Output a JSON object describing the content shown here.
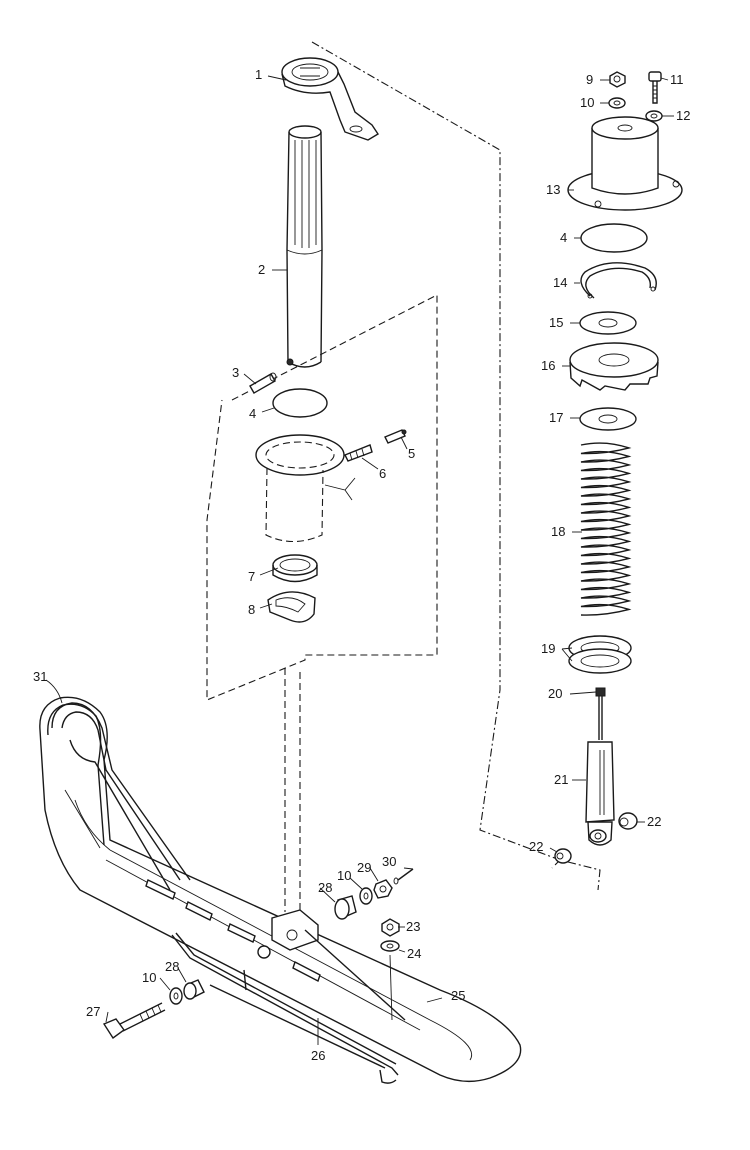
{
  "callouts": [
    {
      "id": "c1",
      "label": "1"
    },
    {
      "id": "c2",
      "label": "2"
    },
    {
      "id": "c3",
      "label": "3"
    },
    {
      "id": "c4a",
      "label": "4"
    },
    {
      "id": "c5",
      "label": "5"
    },
    {
      "id": "c6",
      "label": "6"
    },
    {
      "id": "c7",
      "label": "7"
    },
    {
      "id": "c8",
      "label": "8"
    },
    {
      "id": "c9",
      "label": "9"
    },
    {
      "id": "c10a",
      "label": "10"
    },
    {
      "id": "c11",
      "label": "11"
    },
    {
      "id": "c12",
      "label": "12"
    },
    {
      "id": "c13",
      "label": "13"
    },
    {
      "id": "c4b",
      "label": "4"
    },
    {
      "id": "c14",
      "label": "14"
    },
    {
      "id": "c15",
      "label": "15"
    },
    {
      "id": "c16",
      "label": "16"
    },
    {
      "id": "c17",
      "label": "17"
    },
    {
      "id": "c18",
      "label": "18"
    },
    {
      "id": "c19",
      "label": "19"
    },
    {
      "id": "c20",
      "label": "20"
    },
    {
      "id": "c21",
      "label": "21"
    },
    {
      "id": "c22a",
      "label": "22"
    },
    {
      "id": "c22b",
      "label": "22"
    },
    {
      "id": "c31",
      "label": "31"
    },
    {
      "id": "c28a",
      "label": "28"
    },
    {
      "id": "c10b",
      "label": "10"
    },
    {
      "id": "c29",
      "label": "29"
    },
    {
      "id": "c30",
      "label": "30"
    },
    {
      "id": "c23",
      "label": "23"
    },
    {
      "id": "c24",
      "label": "24"
    },
    {
      "id": "c25",
      "label": "25"
    },
    {
      "id": "c10c",
      "label": "10"
    },
    {
      "id": "c28b",
      "label": "28"
    },
    {
      "id": "c27",
      "label": "27"
    },
    {
      "id": "c26",
      "label": "26"
    }
  ]
}
